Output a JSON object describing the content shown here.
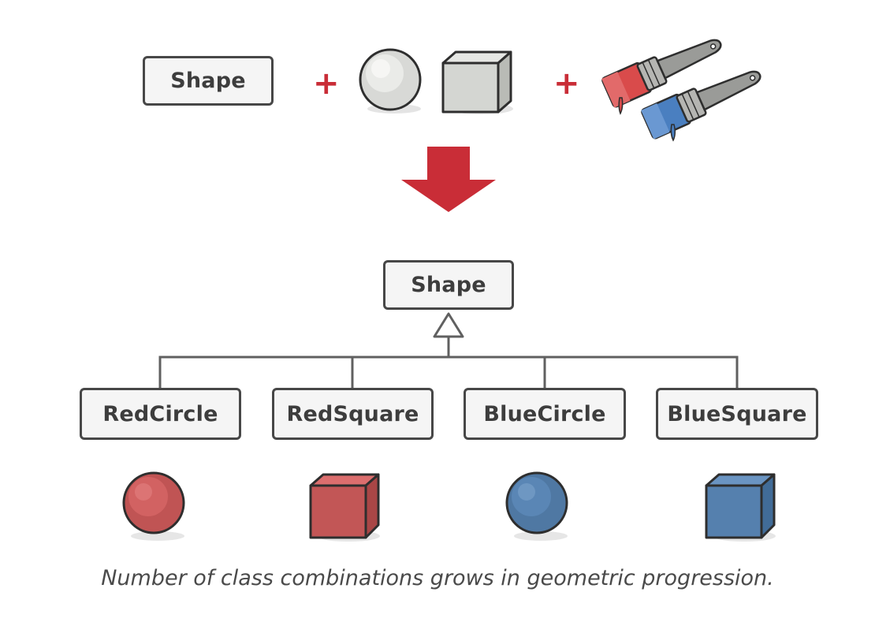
{
  "top_row": {
    "shape_label": "Shape",
    "plus_1": "+",
    "plus_2": "+"
  },
  "hierarchy": {
    "parent_label": "Shape",
    "children": [
      {
        "label": "RedCircle",
        "color": "#cf5b5b",
        "kind": "circle"
      },
      {
        "label": "RedSquare",
        "color": "#c75a59",
        "kind": "cube"
      },
      {
        "label": "BlueCircle",
        "color": "#5a86b5",
        "kind": "circle"
      },
      {
        "label": "BlueSquare",
        "color": "#5783b3",
        "kind": "cube"
      }
    ]
  },
  "caption": "Number of class combinations grows in geometric progression.",
  "colors": {
    "accent_red": "#c92d37",
    "box_border": "#474747",
    "box_fill": "#f5f5f5",
    "line": "#606060",
    "red": "#d05a5a",
    "blue": "#5a86b5",
    "gray": "#d4d6d2"
  },
  "icons": [
    "sphere-icon",
    "cube-icon",
    "paint-brushes-icon",
    "down-arrow-icon",
    "inheritance-arrow-icon"
  ]
}
